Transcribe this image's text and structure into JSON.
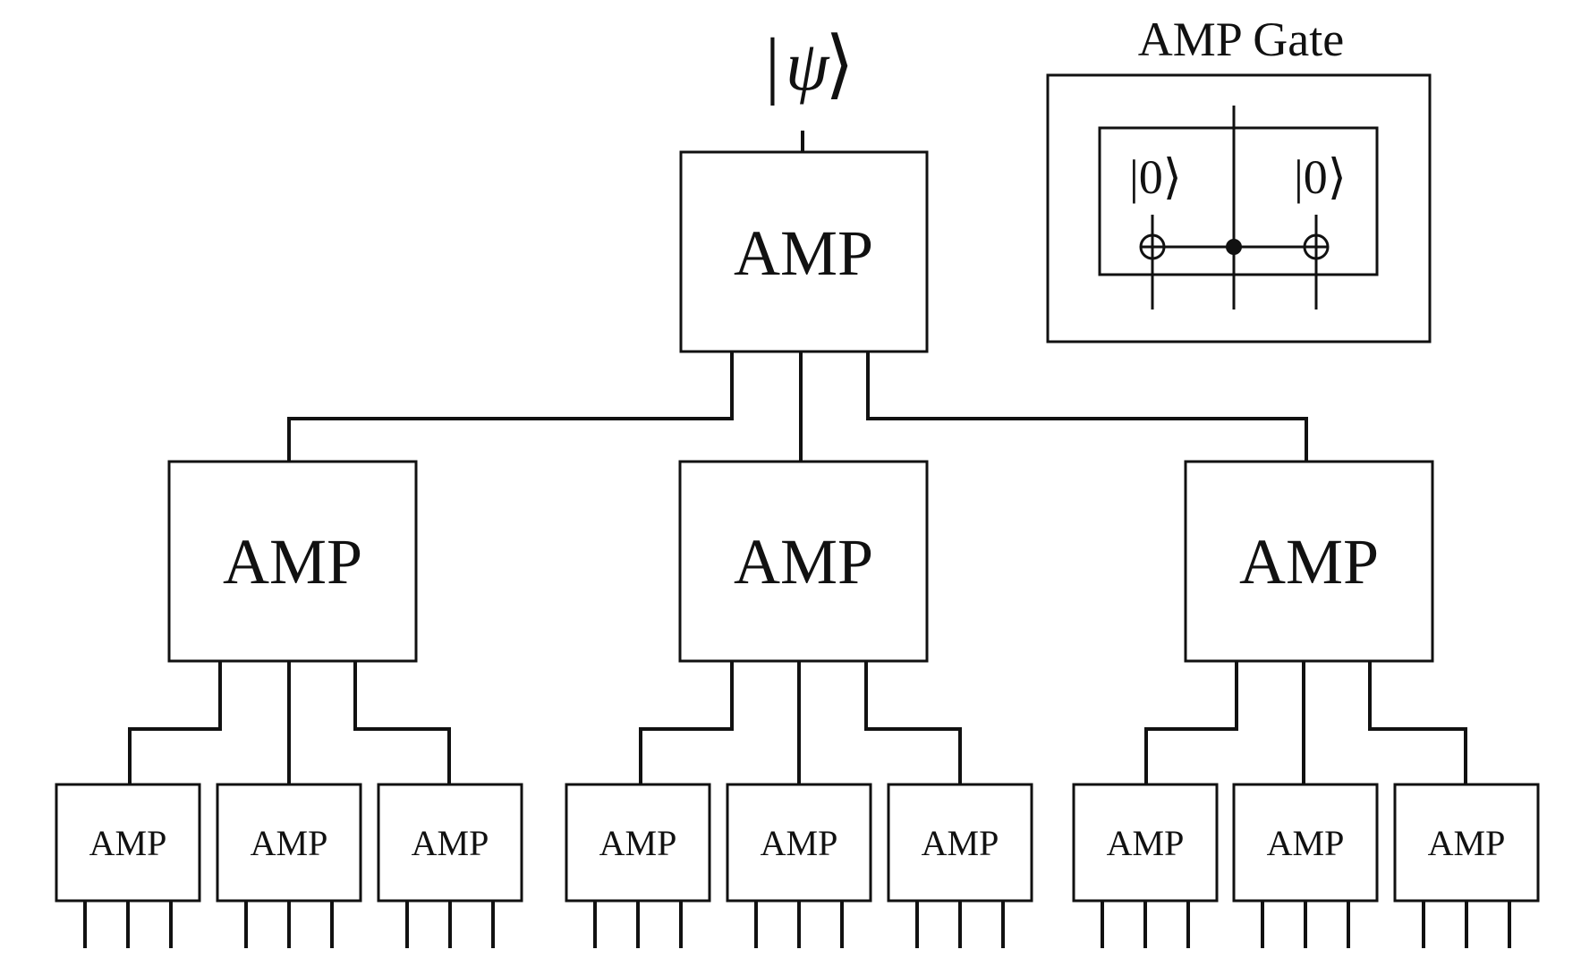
{
  "input_state": {
    "bar": "|",
    "psi": "ψ",
    "bracket": "⟩"
  },
  "inset": {
    "title": "AMP Gate",
    "ancilla_left": "|0⟩",
    "ancilla_right": "|0⟩"
  },
  "tree": {
    "root": {
      "label": "AMP"
    },
    "level2": [
      {
        "label": "AMP"
      },
      {
        "label": "AMP"
      },
      {
        "label": "AMP"
      }
    ],
    "level3": [
      {
        "label": "AMP"
      },
      {
        "label": "AMP"
      },
      {
        "label": "AMP"
      },
      {
        "label": "AMP"
      },
      {
        "label": "AMP"
      },
      {
        "label": "AMP"
      },
      {
        "label": "AMP"
      },
      {
        "label": "AMP"
      },
      {
        "label": "AMP"
      }
    ]
  }
}
